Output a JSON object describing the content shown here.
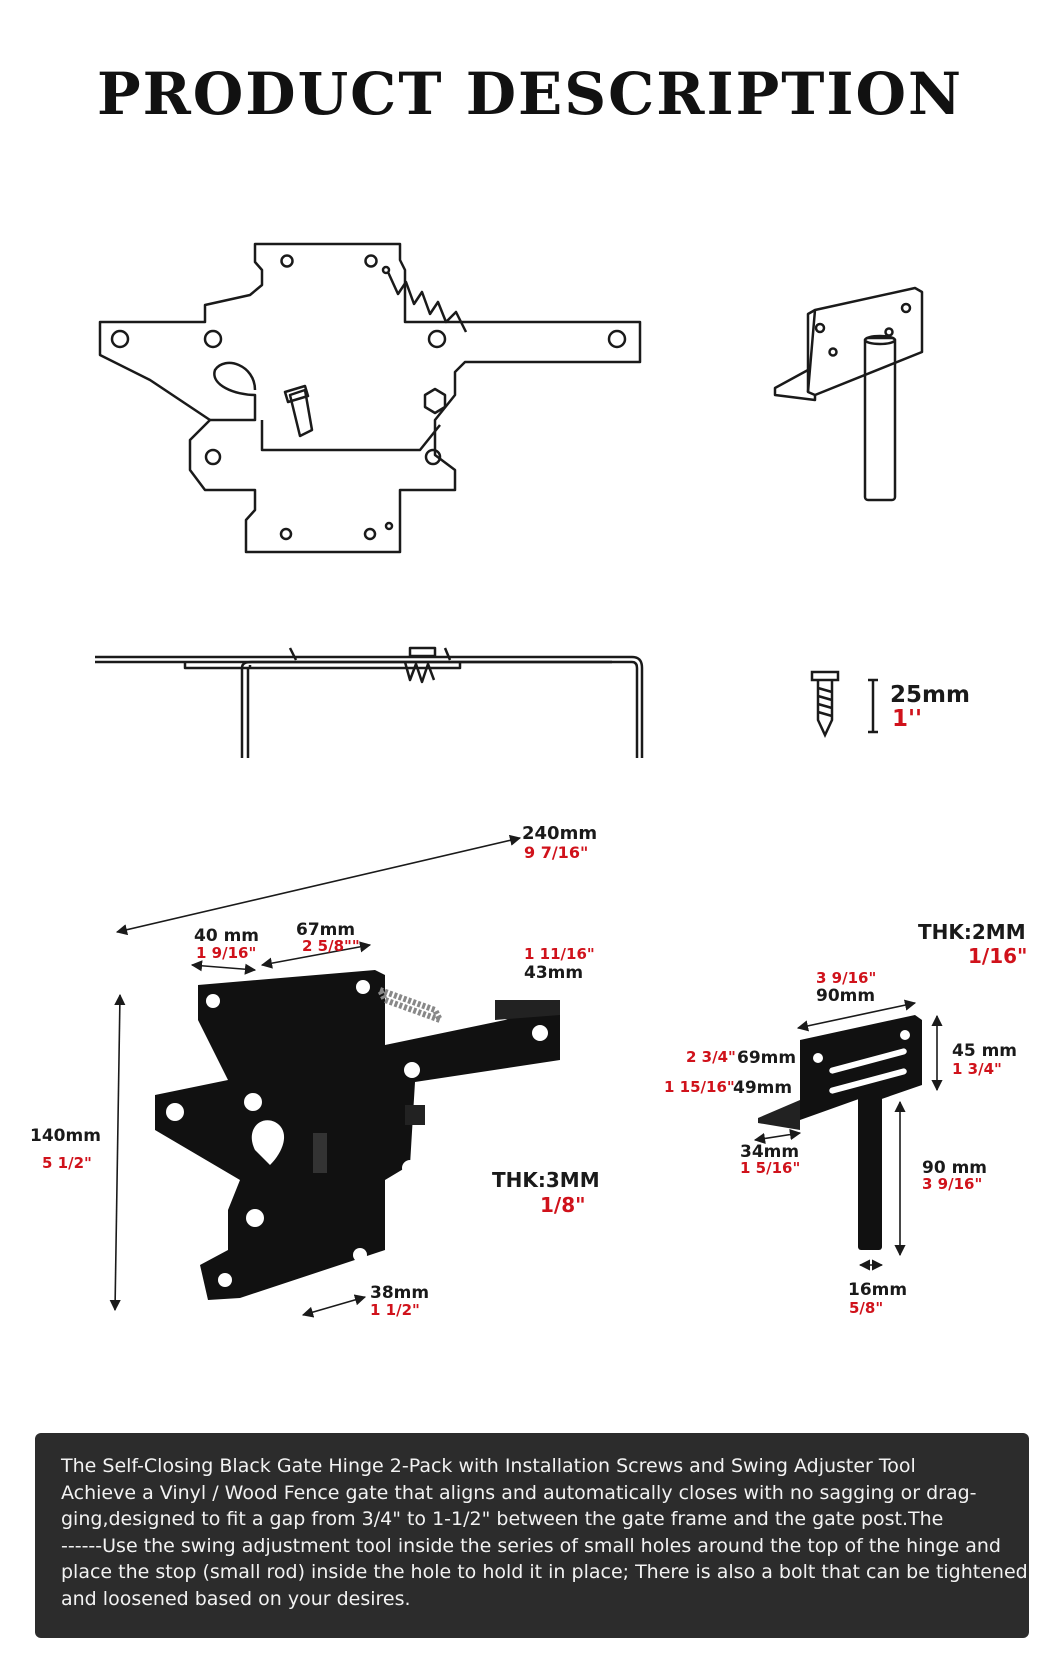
{
  "title": "PRODUCT DESCRIPTION",
  "labels": {
    "spring_screw_mm": "25mm",
    "spring_screw_in": "1''",
    "total_len_mm": "240mm",
    "total_len_in": "9 7/16\"",
    "w40_mm": "40 mm",
    "w40_in": "1 9/16\"",
    "w67_mm": "67mm",
    "w67_in": "2 5/8\"\"",
    "w43_in": "1 11/16\"",
    "w43_mm": "43mm",
    "h140_mm": "140mm",
    "h140_in": "5 1/2\"",
    "w38_mm": "38mm",
    "w38_in": "1 1/2\"",
    "thk_latch_mm": "THK:3MM",
    "thk_latch_in": "1/8\"",
    "thk_post_mm": "THK:2MM",
    "thk_post_in": "1/16\"",
    "w90_in": "3 9/16\"",
    "w90_mm": "90mm",
    "h69_in": "2 3/4\"",
    "h69_mm": "69mm",
    "h49_in": "1 15/16\"",
    "h49_mm": "49mm",
    "h45_mm": "45 mm",
    "h45_in": "1 3/4\"",
    "w34_mm": "34mm",
    "w34_in": "1 5/16\"",
    "rod90_mm": "90 mm",
    "rod90_in": "3 9/16\"",
    "rod16_mm": "16mm",
    "rod16_in": "5/8\""
  },
  "description": {
    "lines": [
      "The Self-Closing Black Gate Hinge 2-Pack with Installation Screws and Swing Adjuster Tool",
      "Achieve a Vinyl / Wood Fence gate that aligns and automatically closes with no sagging or drag-",
      "ging,designed to fit a gap from 3/4\" to 1-1/2\" between the gate frame and the gate post.The",
      "------Use the swing adjustment tool inside the series of small holes around the top of the hinge and",
      "place the stop (small rod) inside the hole to hold it in place; There is also a bolt that can be tightened",
      "and loosened based on your desires."
    ]
  },
  "colors": {
    "accent_red": "#d0121b",
    "panel_bg": "#2c2c2c",
    "line": "#1a1a1a"
  }
}
